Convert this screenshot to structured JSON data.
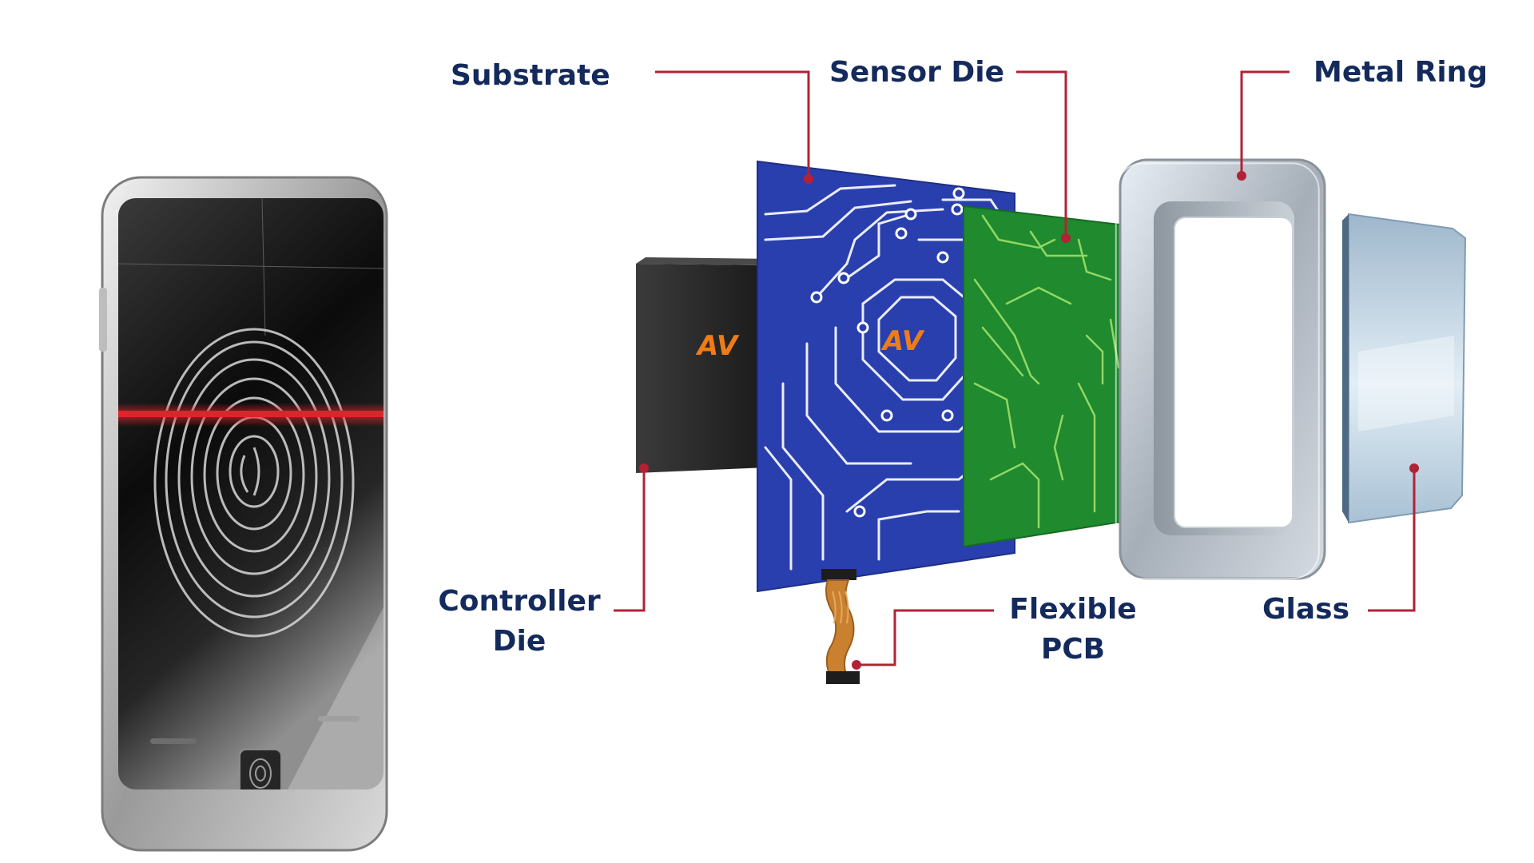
{
  "colors": {
    "label_text": "#142a5c",
    "leader_line": "#b22234",
    "substrate_blue": "#2a3fae",
    "sensor_green": "#1f8a2e",
    "scan_line": "#e0232b",
    "logo_orange": "#f07c18"
  },
  "labels": {
    "substrate": "Substrate",
    "sensor_die": "Sensor Die",
    "metal_ring": "Metal Ring",
    "controller_die_line1": "Controller",
    "controller_die_line2": "Die",
    "flexible_pcb_line1": "Flexible",
    "flexible_pcb_line2": "PCB",
    "glass": "Glass"
  },
  "logo": {
    "text": "AV"
  },
  "icons": {
    "phone": "smartphone-with-fingerprint-icon",
    "fingerprint": "fingerprint-icon",
    "home_button": "fingerprint-home-button-icon"
  }
}
